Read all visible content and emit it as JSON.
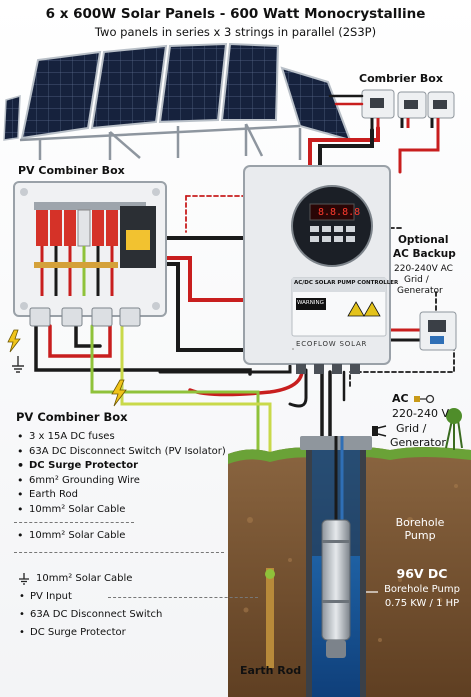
{
  "title": "6 x 600W Solar Panels - 600 Watt Monocrystalline",
  "subtitle": "Two panels in series x 3 strings in parallel (2S3P)",
  "combiner_box_top_label": "Combrier Box",
  "pv_combiner_box_label": "PV Combiner Box",
  "optional_backup": {
    "line1": "Optional",
    "line2": "AC Backup",
    "voltage": "220-240V AC",
    "grid": "Grid /",
    "generator": "Generator"
  },
  "ac_source": {
    "label": "AC",
    "voltage": "220-240 V",
    "grid": "Grid /",
    "generator": "Generator"
  },
  "controller": {
    "display_text": "8.8.8.8",
    "panel_text": "AC/DC SOLAR PUMP CONTROLLER",
    "warning": "WARNING",
    "brand": "ECOFLOW SOLAR"
  },
  "spec_list": {
    "heading": "PV Combiner Box",
    "items": [
      {
        "text": "3 x 15A DC fuses",
        "bold": false
      },
      {
        "text": "63A DC Disconnect Switch (PV Isolator)",
        "bold": false
      },
      {
        "text": "DC Surge Protector",
        "bold": true
      },
      {
        "text": "6mm² Grounding Wire",
        "bold": false
      },
      {
        "text": "Earth Rod",
        "bold": false
      },
      {
        "text": "10mm² Solar Cable",
        "bold": false
      }
    ]
  },
  "separate_item": "10mm² Solar Cable",
  "legend": {
    "items": [
      "10mm² Solar Cable",
      "PV Input",
      "63A DC Disconnect Switch",
      "DC Surge Protector"
    ]
  },
  "borehole_label": {
    "line1": "Borehole",
    "line2": "Pump"
  },
  "pump_spec": {
    "voltage": "96V DC",
    "name": "Borehole Pump",
    "power": "0.75 KW / 1 HP"
  },
  "earth_rod_label": "Earth Rod",
  "colors": {
    "red_wire": "#c81e1e",
    "black_wire": "#1a1a1a",
    "green_wire": "#8fc23a",
    "soil": "#7a5634",
    "water": "#1d63a8",
    "panel": "#121c33",
    "enclosure": "#e9ebee"
  },
  "icons": [
    "ground-icon",
    "lightning-icon",
    "plug-icon",
    "tree-icon"
  ]
}
